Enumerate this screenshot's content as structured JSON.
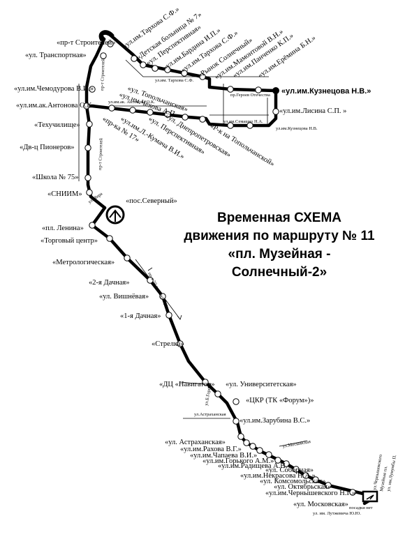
{
  "title": {
    "lines": [
      "Временная СХЕМА",
      "движения по маршруту № 11",
      "«пл. Музейная -",
      "Солнечный-2»"
    ]
  },
  "stops": {
    "pr_stroiteley": "«пр-т Строителей»",
    "ul_transportnaya": "«ул. Транспортная»",
    "chemodurova": "«ул.им.Чемодурова В.И.»",
    "antonova": "«ул.им.ак.Антонова О.К»",
    "tekhuchilishche": "«Техучилище»",
    "dvorets_pionerov": "«Дв-ц Пионеров»",
    "shkola_75": "«Школа № 75»",
    "sniim": "«СНИИМ»",
    "pos_severny": "«пос.Северный»",
    "pl_lenina": "«пл. Ленина»",
    "torgovy_tsentr": "«Торговый центр»",
    "metrologicheskaya": "«Метрологическая»",
    "dachnaya_2": "«2-я Дачная»",
    "ul_vishnevaya": "«ул. Вишнёвая»",
    "dachnaya_1": "«1-я Дачная»",
    "strelka": "«Стрелка»",
    "dts_navigator": "«ДЦ «Навигатор»",
    "ul_universitetskaya": "«ул. Университетская»",
    "tskr": "«ЦКР (ТК «Форум»)»",
    "zarubina": "«ул.им.Зарубина В.С.»",
    "ul_astrakhanskaya": "«ул. Астраханская»",
    "rakhova": "«ул.им.Рахова В.Г.»",
    "chapaeva": "«ул.им.Чапаева В.И.»",
    "gorkogo": "«ул.им.Горького А.М.»",
    "radishcheva": "«ул.им.Радищева А.Н.»",
    "ul_sobornaya": "«ул. Соборная»",
    "nekrasova": "«ул.им.Некрасова Н.А.»",
    "ul_komsomolskaya": "«ул. Комсомольская»",
    "ul_oktyabrskaya": "«ул. Октябрьская»",
    "chernyshevskogo": "«ул.им.Чернышевского Н.Г.»",
    "ul_moskovskaya": "«ул. Московская»",
    "kuznetsova": "«ул.им.Кузнецова Н.В.»",
    "lisina": "«ул.им.Лисина С.П. »",
    "tarkhova_top": "«ул.им.Тархова С.Ф.»",
    "bolnitsa_7": "«Детская больница № 7»",
    "perspektivnaya_top": "«ул. Перспективная»",
    "bardina": "«ул.им.Бардина И.П.»",
    "tarkhova_2": "«ул.им.Тархова С.Ф.»",
    "rynok_solnechny": "«Рынок Солнечный»",
    "mamontovoy": "«ул.им.Мамонтовой В.Н.»",
    "panchenko": "«ул.им.Панченко К.П.»",
    "eremina": "«ул.им.Ерёмина Б.Н.»",
    "topolchanskaya": "«ул. Топольчанская»",
    "chekhova": "«ул.им.Чехова А.П.»",
    "pr_ka_17": "«пр-ка № 17»",
    "kumacha": "«ул.им.Л.-Кумача В.И.»",
    "perspektivnaya_mid": "«ул. Перспективная»",
    "dnepropetrovskaya": "«ул. Днепропетровская»",
    "r_k_topolchanskoy": "«Р-к на Топольчанской»"
  },
  "streets": {
    "pr_stroiteley": "пр-т Строителей",
    "tarkhova": "ул.им. Тархова С.Ф.",
    "geroev": "пр.Героев Отечества",
    "antonova": "ул.им.ак. Антонова О.К.",
    "semashko": "ул.им.Семашко Н.А.",
    "kuznetsova": "ул.им.Кузнецова Н.В.",
    "mira": "ул.Мира",
    "pr_50_let": "пр-т 50 лет Октября",
    "b_gornaya": "ул.Б.Горная",
    "astrakhanskaya": "ул.Астраханская",
    "moskovskaya": "ул.Московская",
    "muzeynaya": "Музейная пл.",
    "lumumby": "ул. им.Лумумбы П.",
    "chernyshevskogo": "ул.Чернышевского",
    "lyubezhnova": "ул. им. Лутжевича Ю.Ю.",
    "posadka": "посадки нет"
  }
}
